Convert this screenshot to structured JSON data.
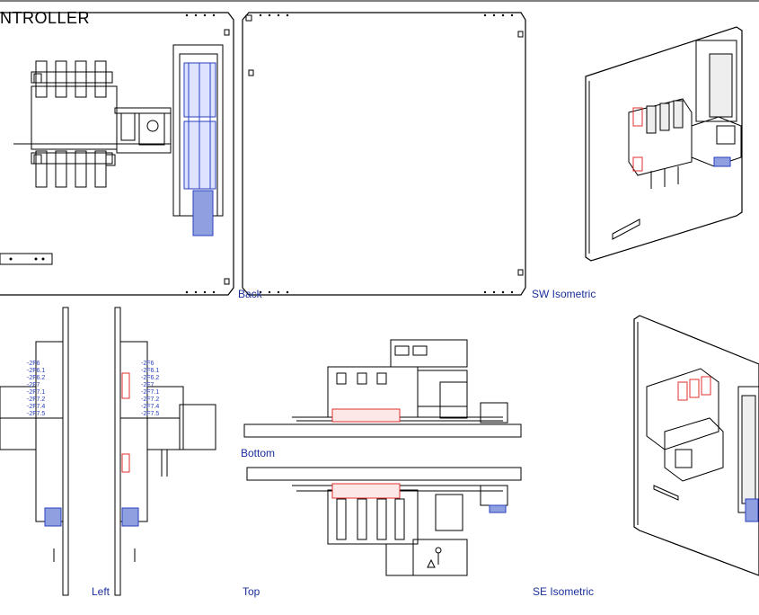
{
  "drawing": {
    "title": "NTROLLER",
    "view_labels": {
      "back": "Back",
      "sw_isometric": "SW Isometric",
      "bottom": "Bottom",
      "left": "Left",
      "top": "Top",
      "se_isometric": "SE Isometric"
    },
    "terminal_tags": [
      "-2F6",
      "-2F6.1",
      "-2F6.2",
      "-2F7",
      "-2F7.1",
      "-2F7.2",
      "-2F7.4",
      "-2F7.5"
    ],
    "colors": {
      "line": "#000000",
      "label": "#1a2f9a",
      "terminal": "#2a3fbf",
      "highlight": "#e03030",
      "fill": "#ffffff"
    }
  }
}
